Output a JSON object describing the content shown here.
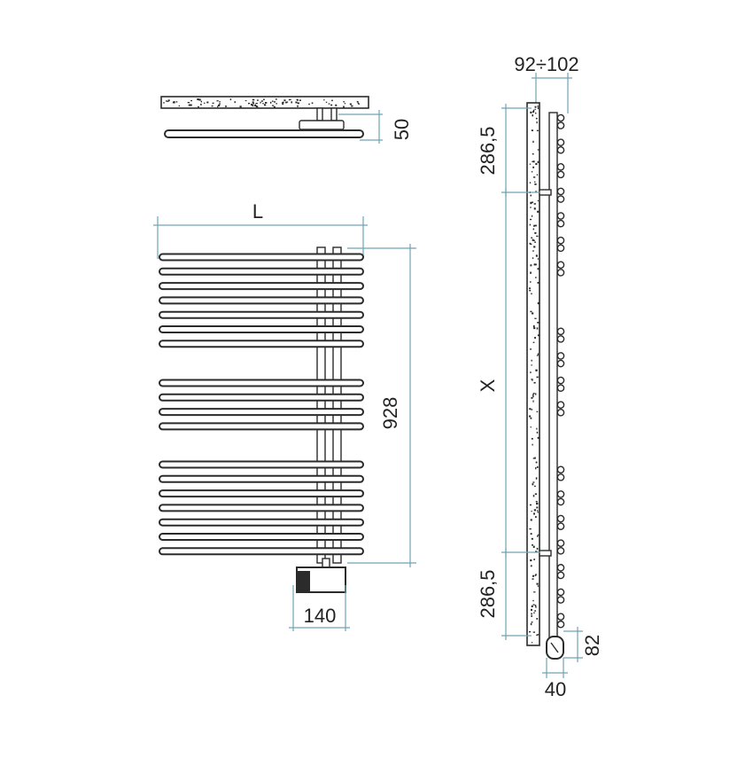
{
  "labels": {
    "top_offset": "50",
    "width": "L",
    "height": "928",
    "valve_width": "140",
    "wall_gap": "92÷102",
    "upper_offset": "286,5",
    "mount_distance": "X",
    "lower_offset": "286,5",
    "bottom_depth": "82",
    "bottom_width": "40"
  },
  "colors": {
    "dimension": "#6fa4b4",
    "outline": "#2b2b2b"
  }
}
